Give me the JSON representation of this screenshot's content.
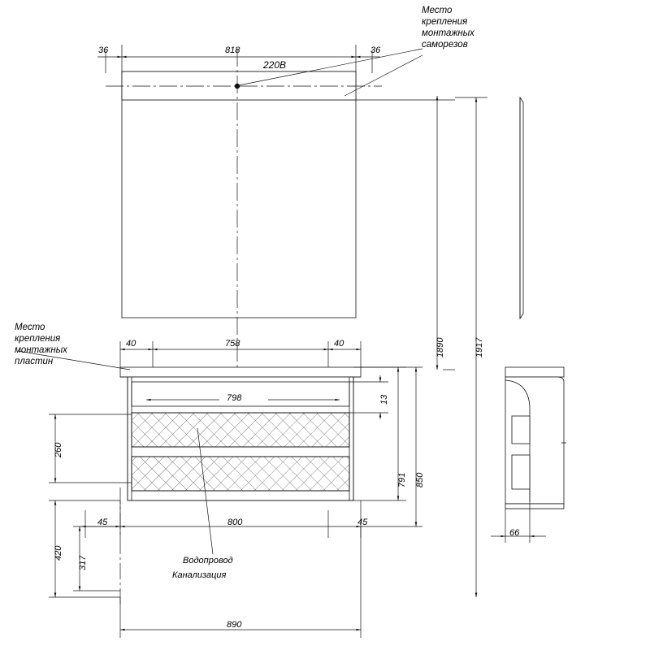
{
  "drawing": {
    "title": "Чертёж мебели для ванной комнаты — габаритные размеры",
    "units": "mm",
    "line_color": "#1a1a1a",
    "hatch_color": "#555555",
    "fill_color": "#ffffff"
  },
  "annotations": {
    "top_note": "Место\nкрепления\nмонтажных\nсаморезов",
    "left_note": "Место\nкрепления\nмонтажных\nпластин",
    "bottom_note_line1": "Водопровод",
    "bottom_note_line2": "Канализация",
    "power_label": "220В"
  },
  "dimensions": {
    "mirror_left_margin": "36",
    "mirror_width": "818",
    "mirror_right_margin": "36",
    "total_height_1890": "1890",
    "total_height_1917": "1917",
    "cabinet_left_offset": "40",
    "cabinet_top_width": "758",
    "cabinet_right_offset": "40",
    "drawer_width": "798",
    "drawer_gap": "13",
    "drawer_zone_260": "260",
    "cabinet_height_791": "791",
    "cabinet_height_850": "850",
    "base_offset_left": "45",
    "base_width": "800",
    "base_offset_right": "45",
    "floor_height_420": "420",
    "floor_height_317": "317",
    "overall_width": "890",
    "side_depth": "66"
  },
  "chart_data": {
    "type": "table",
    "title": "Габаритные размеры, мм",
    "categories": [
      "36",
      "818",
      "36",
      "220В",
      "1890",
      "1917",
      "40",
      "758",
      "40",
      "798",
      "13",
      "260",
      "791",
      "850",
      "45",
      "800",
      "45",
      "420",
      "317",
      "890",
      "66"
    ],
    "values": [
      36,
      818,
      36,
      220,
      1890,
      1917,
      40,
      758,
      40,
      798,
      13,
      260,
      791,
      850,
      45,
      800,
      45,
      420,
      317,
      890,
      66
    ]
  }
}
